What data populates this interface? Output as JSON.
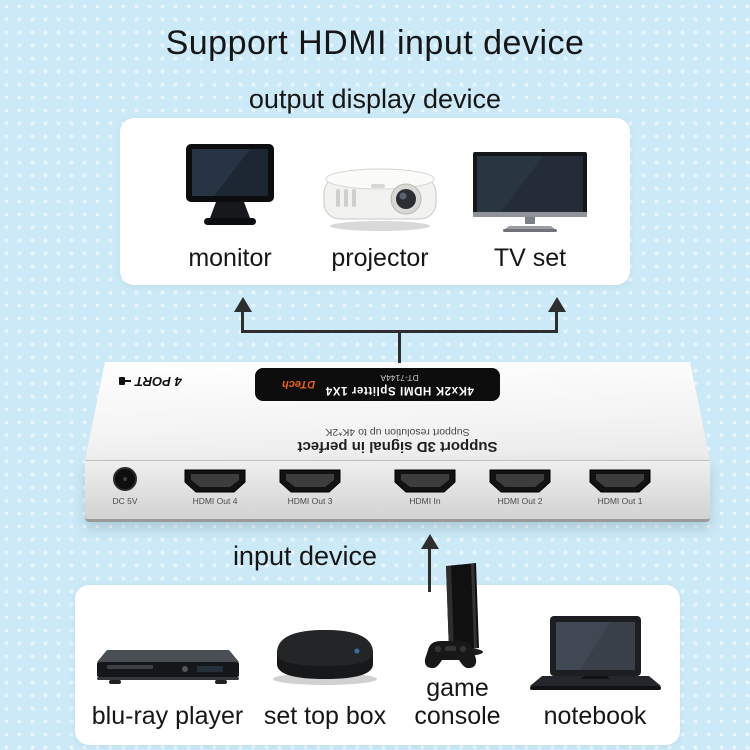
{
  "page": {
    "title": "Support HDMI input device",
    "subtitle": "output display device",
    "input_section_label": "input device"
  },
  "output_devices": [
    {
      "name": "monitor",
      "icon": "crt-monitor-icon"
    },
    {
      "name": "projector",
      "icon": "projector-icon"
    },
    {
      "name": "TV set",
      "icon": "tv-icon"
    }
  ],
  "splitter": {
    "port_count_label": "4 PORT",
    "brand": "DTech",
    "model_line1": "4Kx2K HDMI Splitter 1X4",
    "model_line2": "DT-7144A",
    "feature_line1": "Support 3D signal in perfect",
    "feature_line2": "Support resolution up to 4K*2K",
    "power_label": "DC 5V",
    "ports": [
      "HDMI Out 4",
      "HDMI Out 3",
      "HDMI In",
      "HDMI Out 2",
      "HDMI Out 1"
    ]
  },
  "input_devices": [
    {
      "name": "blu-ray player",
      "icon": "bluray-player-icon"
    },
    {
      "name": "set top box",
      "icon": "set-top-box-icon"
    },
    {
      "name": "game console",
      "icon": "game-console-icon"
    },
    {
      "name": "notebook",
      "icon": "notebook-icon"
    }
  ],
  "colors": {
    "background": "#cbe9f6",
    "card": "#ffffff",
    "text": "#161616",
    "arrow": "#2e2e2e",
    "brand_accent": "#e8611a"
  }
}
